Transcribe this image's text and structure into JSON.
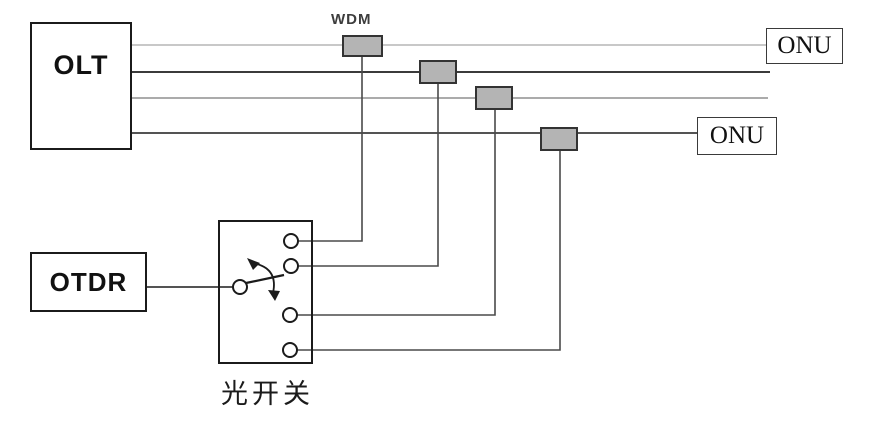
{
  "nodes": {
    "olt": {
      "label": "OLT"
    },
    "otdr": {
      "label": "OTDR"
    },
    "onu_top": {
      "label": "ONU"
    },
    "onu_bottom": {
      "label": "ONU"
    },
    "optical_switch": {
      "label": "光开关"
    }
  },
  "labels": {
    "wdm": "WDM"
  },
  "colors": {
    "coupler_fill": "#b4b4b4",
    "background": "#ffffff"
  }
}
